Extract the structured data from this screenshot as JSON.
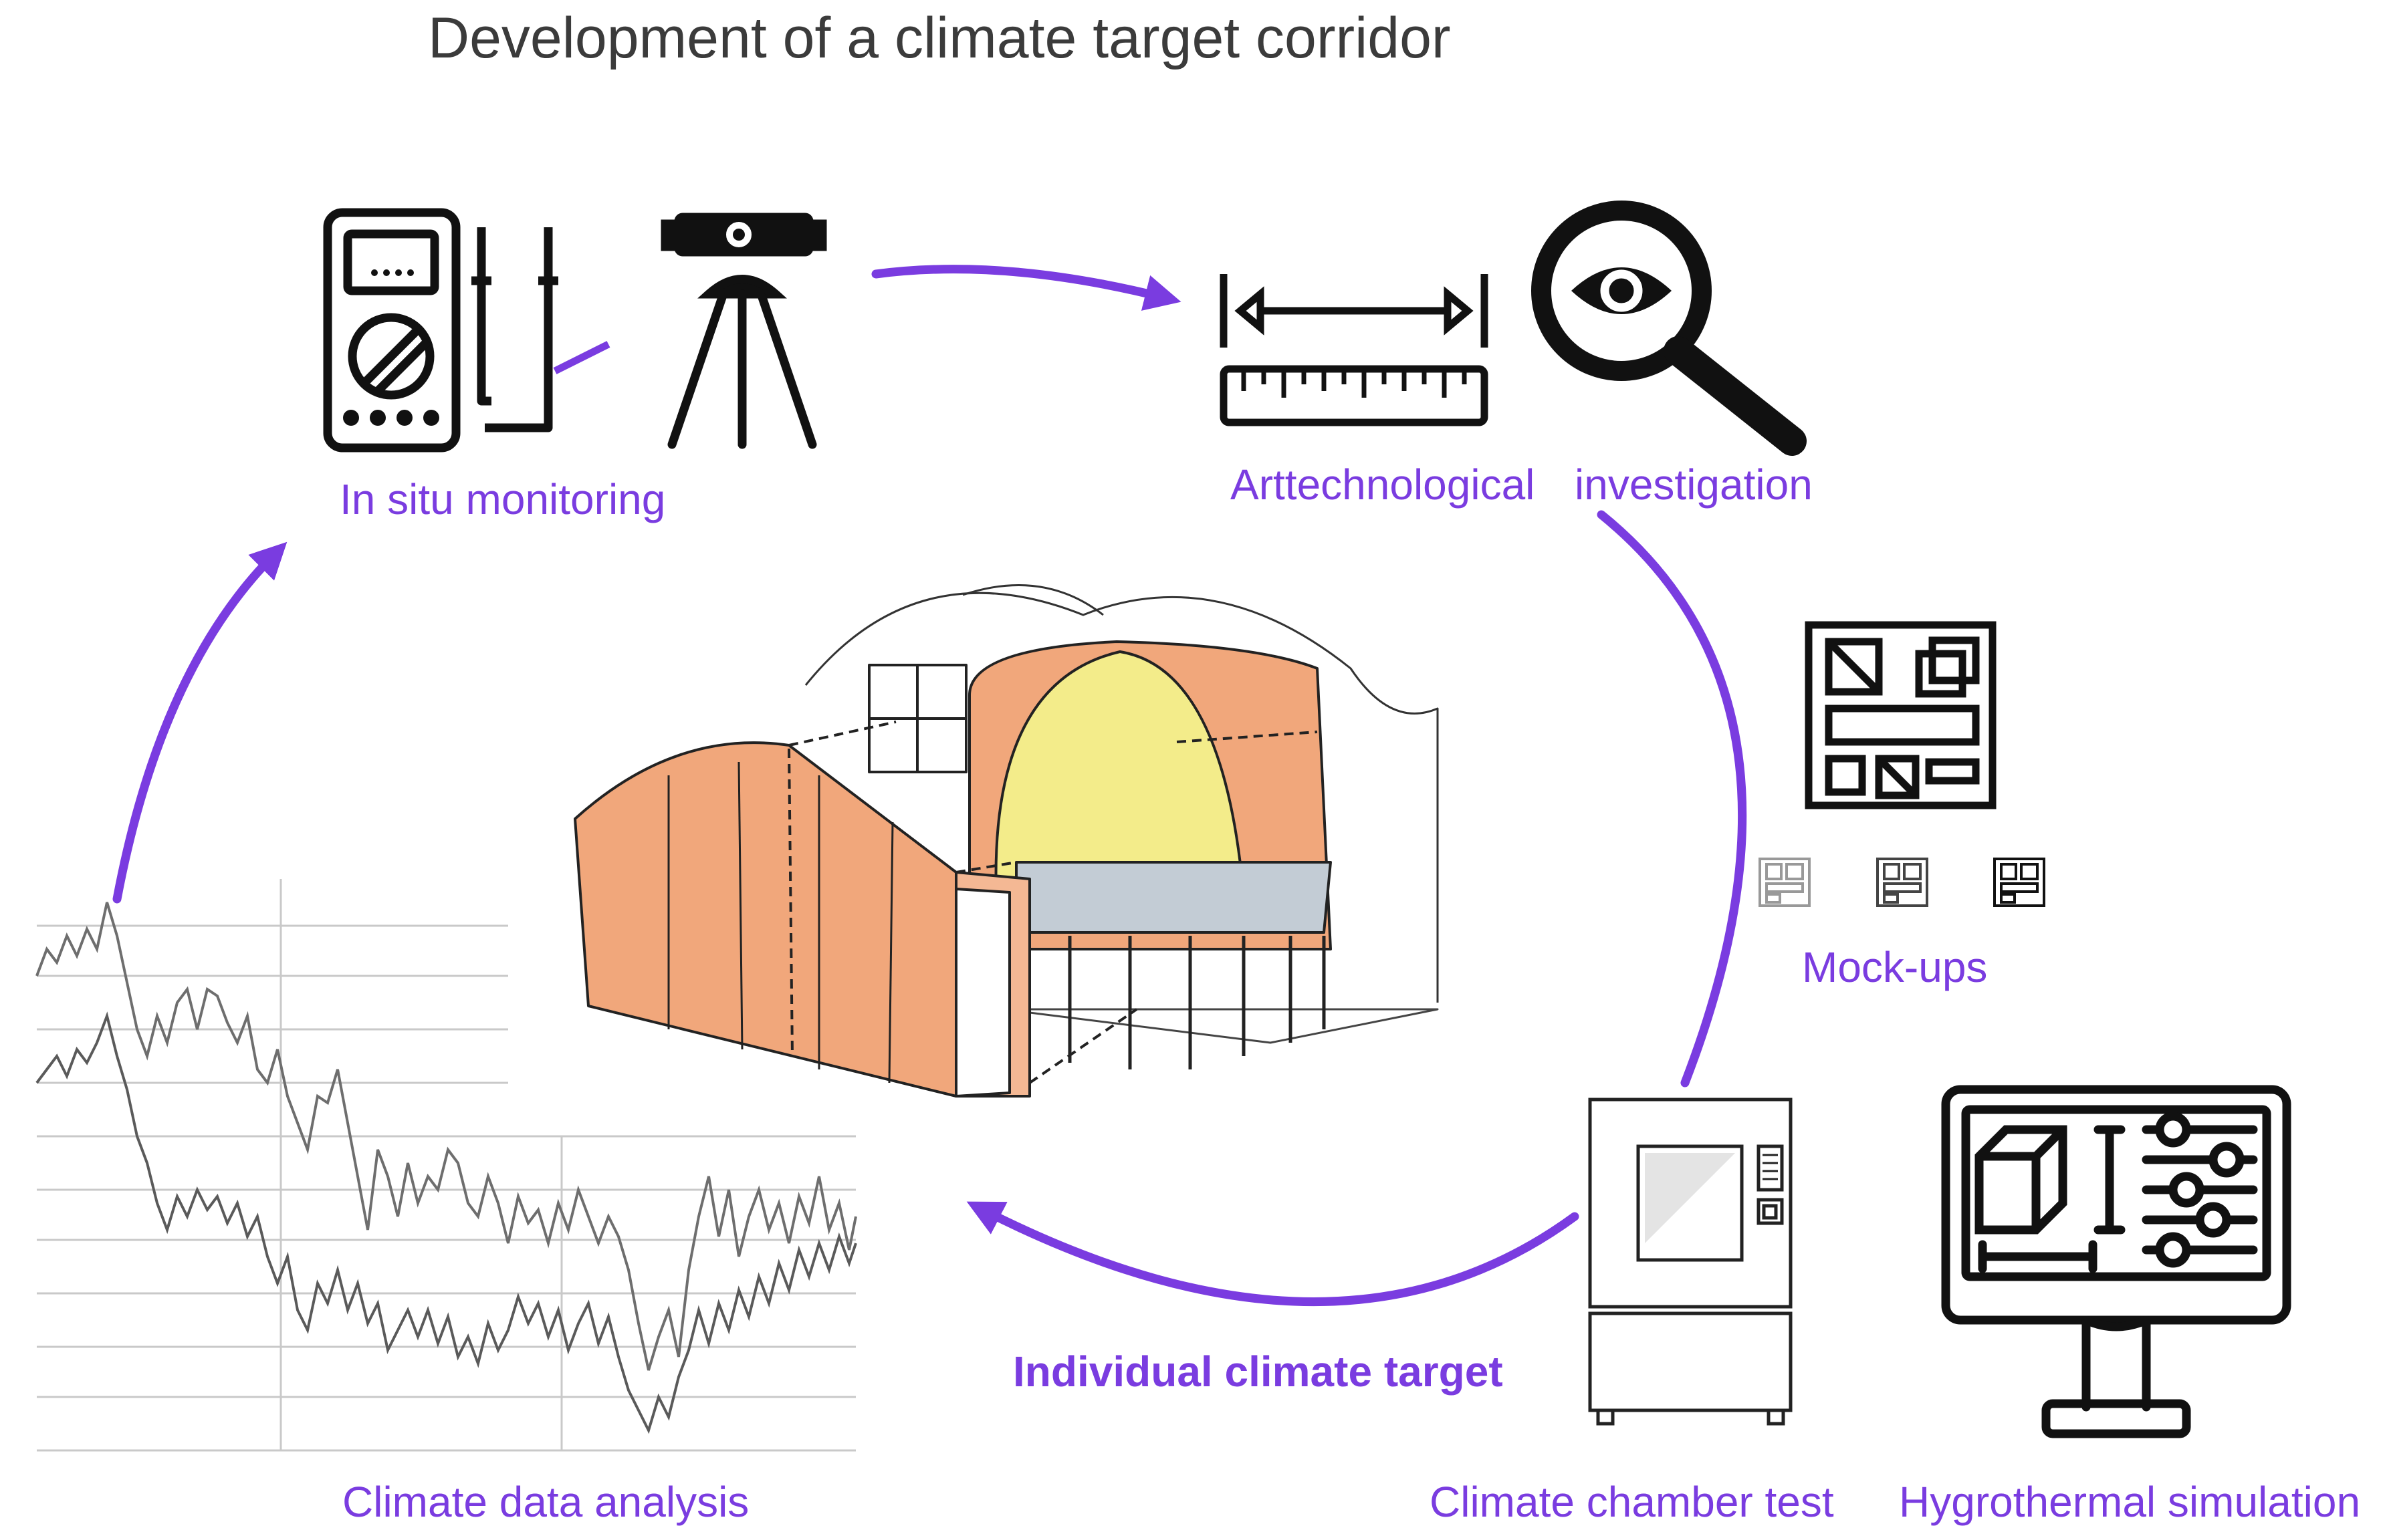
{
  "title": "Development of a climate target corridor",
  "labels": {
    "in_situ": "In situ monitoring",
    "arttech": "Arttechnological",
    "investigation": "investigation",
    "mockups": "Mock-ups",
    "target": "Individual climate target",
    "data_analysis": "Climate data analysis",
    "chamber": "Climate chamber test",
    "hygro": "Hygrothermal simulation"
  },
  "colors": {
    "accent": "#7a3ce0",
    "icon": "#111111",
    "title": "#3b3b3b",
    "wood": "#f0a070",
    "gold": "#f3ec8a"
  },
  "icons": [
    "multimeter-icon",
    "tripod-level-icon",
    "ruler-measure-icon",
    "magnifier-eye-icon",
    "mockup-panel-icon",
    "climate-chamber-icon",
    "simulation-monitor-icon"
  ]
}
